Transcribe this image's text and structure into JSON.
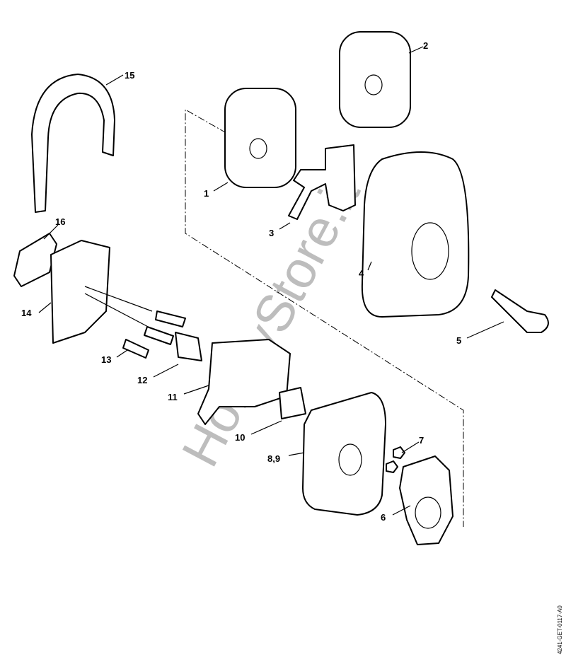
{
  "diagram_code": "4241-GET-0117-A0",
  "watermark": "HobbyStore.it",
  "callouts": [
    {
      "id": "1",
      "text": "1"
    },
    {
      "id": "2",
      "text": "2"
    },
    {
      "id": "3",
      "text": "3"
    },
    {
      "id": "4",
      "text": "4"
    },
    {
      "id": "5",
      "text": "5"
    },
    {
      "id": "6",
      "text": "6"
    },
    {
      "id": "7",
      "text": "7"
    },
    {
      "id": "8-9",
      "text": "8,9"
    },
    {
      "id": "10",
      "text": "10"
    },
    {
      "id": "11",
      "text": "11"
    },
    {
      "id": "12",
      "text": "12"
    },
    {
      "id": "13",
      "text": "13"
    },
    {
      "id": "14",
      "text": "14"
    },
    {
      "id": "15",
      "text": "15"
    },
    {
      "id": "16",
      "text": "16"
    }
  ]
}
